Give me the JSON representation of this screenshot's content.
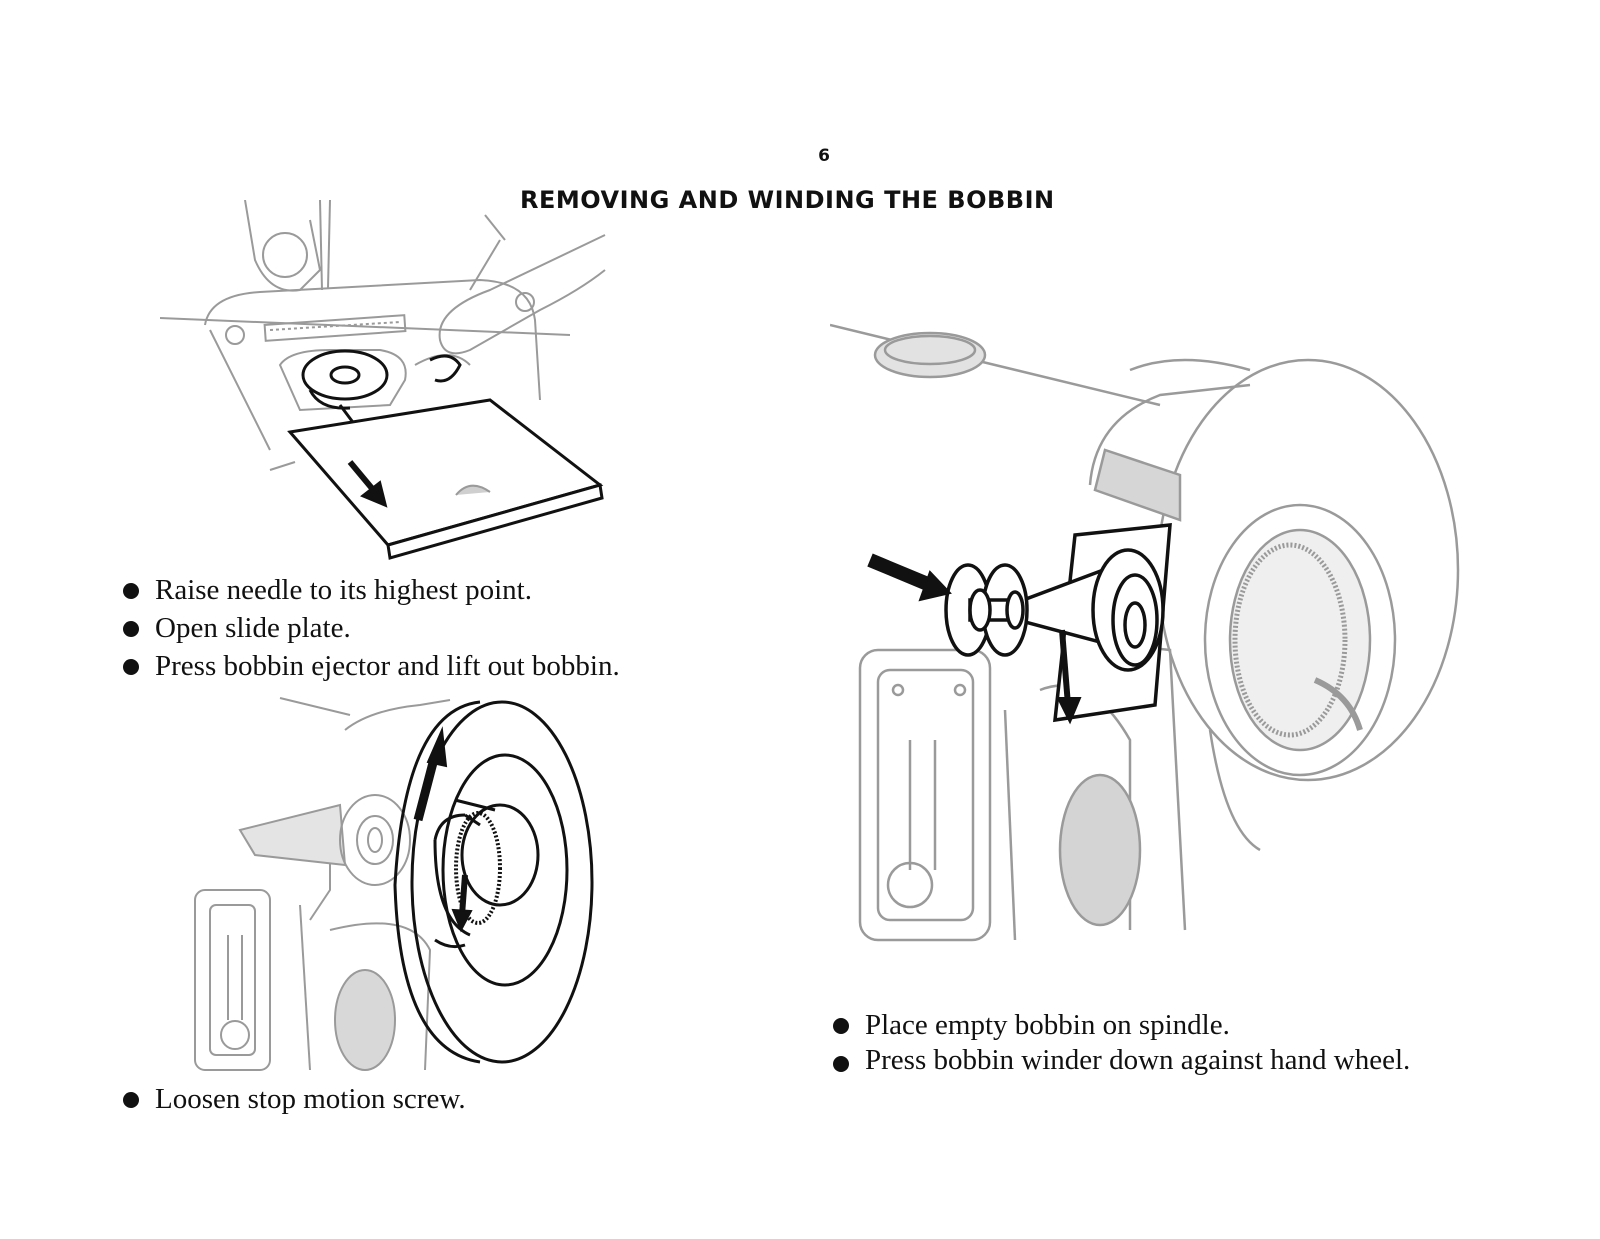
{
  "page": {
    "number": "6",
    "title": "REMOVING AND WINDING THE BOBBIN"
  },
  "sections": {
    "remove_bobbin": {
      "steps": [
        "Raise needle to its highest point.",
        "Open slide plate.",
        "Press bobbin ejector and lift out bobbin."
      ]
    },
    "stop_motion": {
      "steps": [
        "Loosen stop motion screw."
      ]
    },
    "wind_bobbin": {
      "steps": [
        "Place empty bobbin on spindle.",
        "Press bobbin winder down against hand wheel."
      ]
    }
  },
  "colors": {
    "ink": "#111111",
    "gray_line": "#9a9a9a",
    "gray_fill": "#cfcfcf"
  }
}
